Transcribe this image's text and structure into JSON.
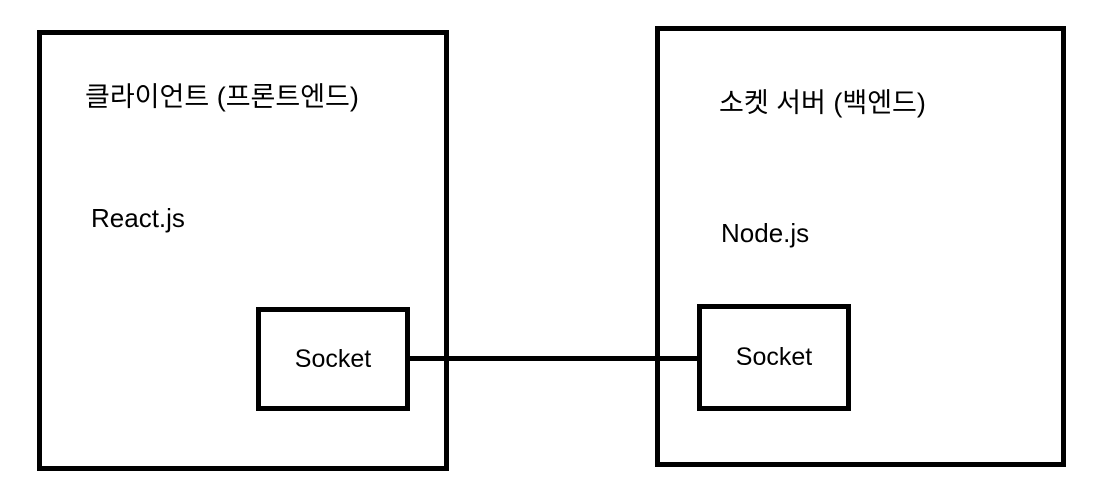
{
  "diagram": {
    "background_color": "#ffffff",
    "stroke_color": "#000000",
    "client": {
      "title": "클라이언트 (프론트엔드)",
      "tech": "React.js",
      "socket_label": "Socket"
    },
    "server": {
      "title": "소켓 서버 (백엔드)",
      "tech": "Node.js",
      "socket_label": "Socket"
    },
    "connection": {
      "type": "socket-link"
    }
  }
}
